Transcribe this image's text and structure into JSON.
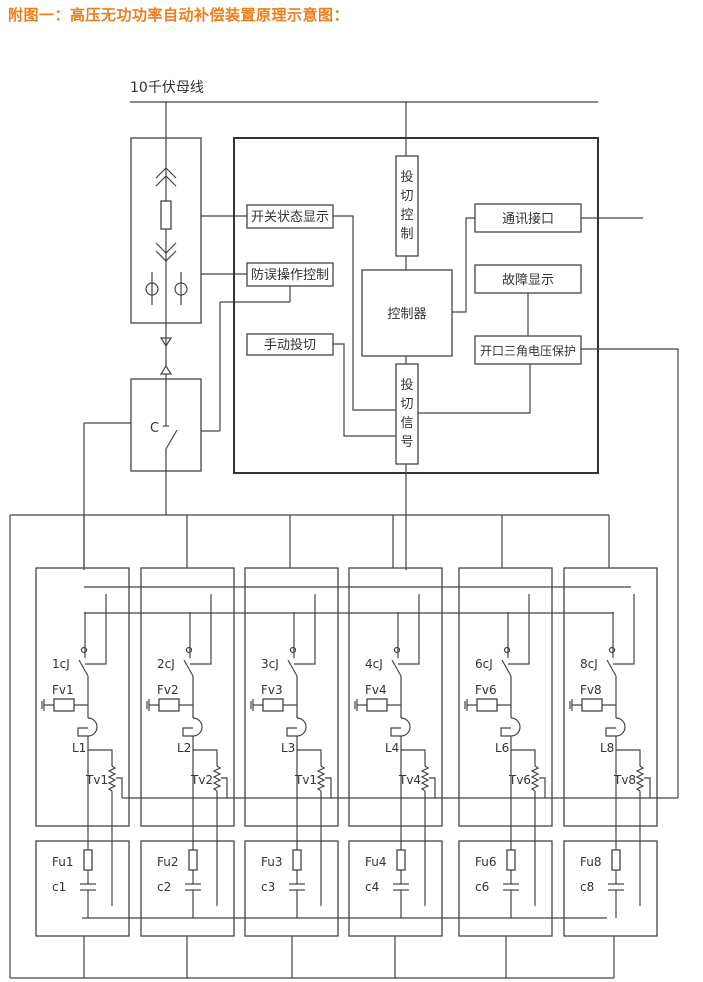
{
  "title": "附图一：高压无功功率自动补偿装置原理示意图：",
  "colors": {
    "title": "#ee7d1c",
    "line": "#444444"
  },
  "bus": {
    "label": "10千伏母线"
  },
  "controller": {
    "switch_state_display": "开关状态显示",
    "anti_misoperation": "防误操作控制",
    "manual_switching": "手动投切",
    "switching_control": [
      "投",
      "切",
      "控",
      "制"
    ],
    "controller": "控制器",
    "switching_signal": [
      "投",
      "切",
      "信",
      "号"
    ],
    "comm_interface": "通讯接口",
    "fault_display": "故障显示",
    "open_delta_protection": "开口三角电压保护"
  },
  "breaker": {
    "contact_label": "C"
  },
  "modules": [
    {
      "switch": "1cJ",
      "arrester": "Fv1",
      "reactor": "L1",
      "vt": "Tv1",
      "fuse": "Fu1",
      "capacitor": "c1"
    },
    {
      "switch": "2cJ",
      "arrester": "Fv2",
      "reactor": "L2",
      "vt": "Tv2",
      "fuse": "Fu2",
      "capacitor": "c2"
    },
    {
      "switch": "3cJ",
      "arrester": "Fv3",
      "reactor": "L3",
      "vt": "Tv1",
      "fuse": "Fu3",
      "capacitor": "c3"
    },
    {
      "switch": "4cJ",
      "arrester": "Fv4",
      "reactor": "L4",
      "vt": "Tv4",
      "fuse": "Fu4",
      "capacitor": "c4"
    },
    {
      "switch": "6cJ",
      "arrester": "Fv6",
      "reactor": "L6",
      "vt": "Tv6",
      "fuse": "Fu6",
      "capacitor": "c6"
    },
    {
      "switch": "8cJ",
      "arrester": "Fv8",
      "reactor": "L8",
      "vt": "Tv8",
      "fuse": "Fu8",
      "capacitor": "c8"
    }
  ]
}
